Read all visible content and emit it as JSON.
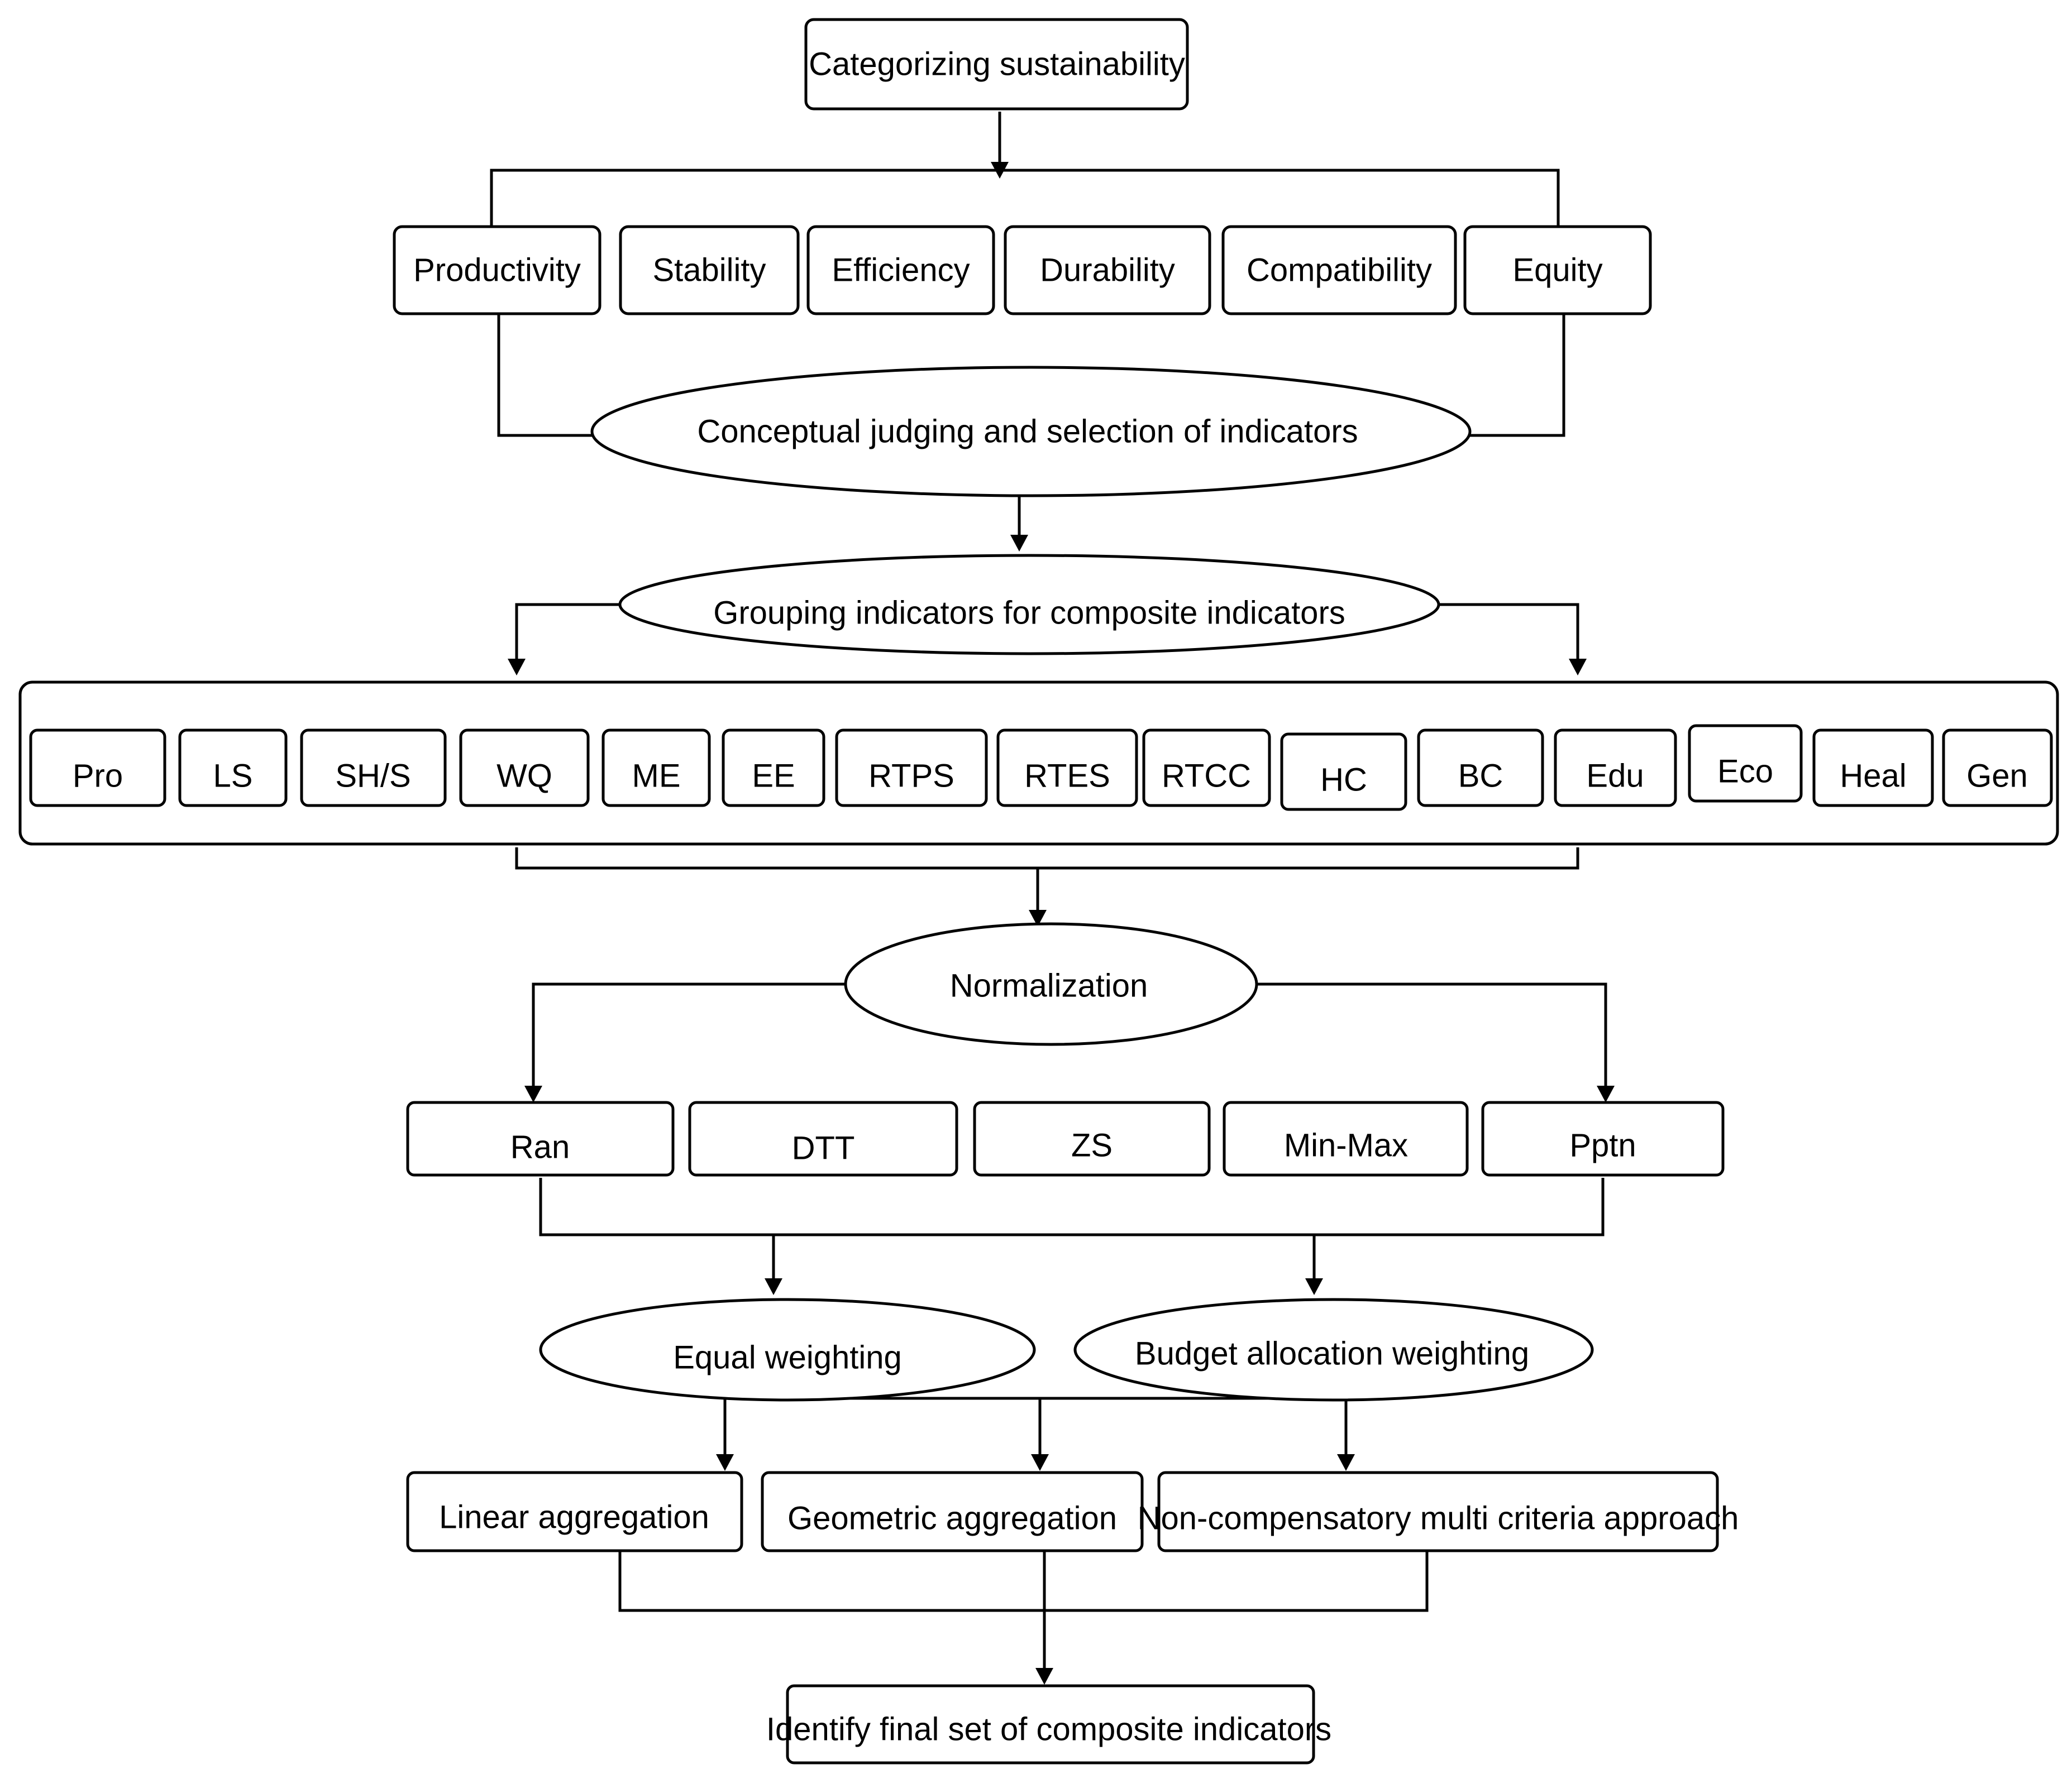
{
  "top": {
    "categorizing": "Categorizing sustainability"
  },
  "criteria": [
    "Productivity",
    "Stability",
    "Efficiency",
    "Durability",
    "Compatibility",
    "Equity"
  ],
  "selection": "Conceptual judging and selection of indicators",
  "grouping": "Grouping indicators for composite indicators",
  "indicators": [
    "Pro",
    "LS",
    "SH/S",
    "WQ",
    "ME",
    "EE",
    "RTPS",
    "RTES",
    "RTCC",
    "HC",
    "BC",
    "Edu",
    "Eco",
    "Heal",
    "Gen"
  ],
  "normalization": "Normalization",
  "methods": [
    "Ran",
    "DTT",
    "ZS",
    "Min-Max",
    "Pptn"
  ],
  "weighting": [
    "Equal weighting",
    "Budget allocation weighting"
  ],
  "aggregation": [
    "Linear aggregation",
    "Geometric aggregation",
    "Non-compensatory multi criteria approach"
  ],
  "final": "Identify final set of composite indicators"
}
